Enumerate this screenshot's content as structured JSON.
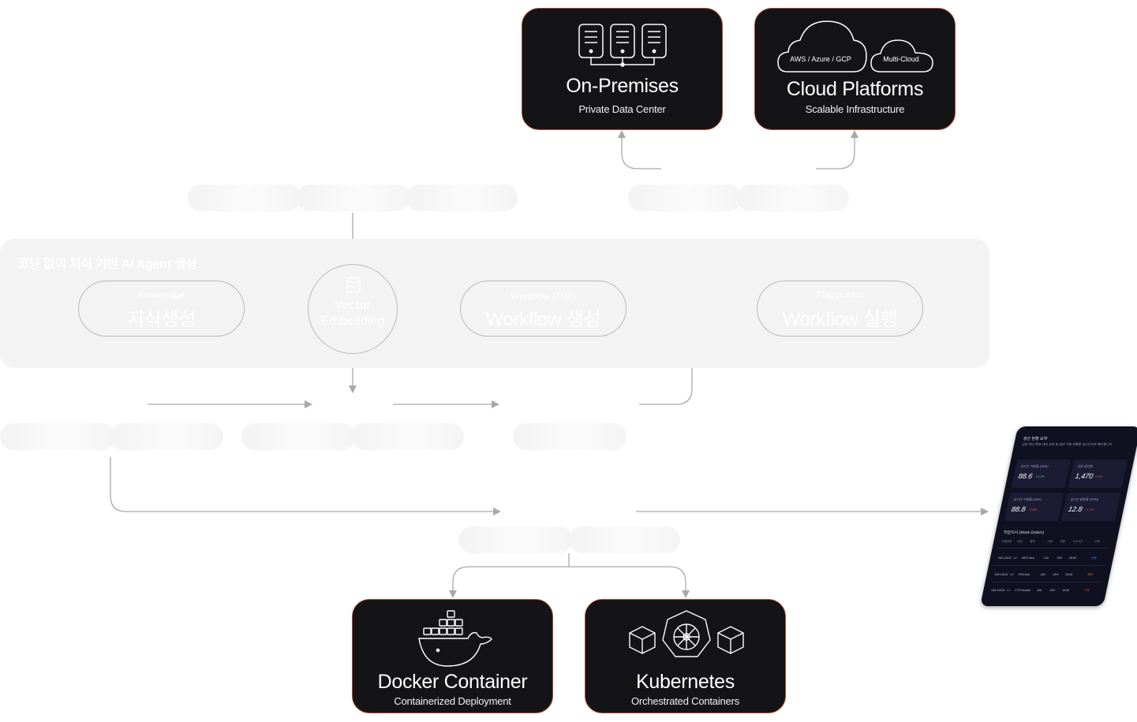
{
  "panel": {
    "title": "코딩 없이 지식 기반 AI Agent 생성"
  },
  "nodes": {
    "knowledge": {
      "subtitle": "Knowledge",
      "title": "지식생성"
    },
    "vector": {
      "line1": "Vector",
      "line2": "Embedding"
    },
    "workflow": {
      "subtitle": "Workflow (자동)",
      "title": "Workflow 생성"
    },
    "playground": {
      "subtitle": "Playground",
      "title": "Workflow 실행"
    }
  },
  "cards": {
    "onprem": {
      "title": "On-Premises",
      "subtitle": "Private Data Center"
    },
    "cloud": {
      "title": "Cloud Platforms",
      "subtitle": "Scalable Infrastructure",
      "cloud_tags": [
        "AWS / Azure / GCP",
        "Multi-Cloud"
      ]
    },
    "docker": {
      "title": "Docker Container",
      "subtitle": "Containerized Deployment"
    },
    "k8s": {
      "title": "Kubernetes",
      "subtitle": "Orchestrated Containers"
    }
  },
  "tablet": {
    "header": "생산 현황 요약",
    "desc": "금일 생산 목표 대비 실적 및 설비 가동 현황을 실시간으로 확인합니다.",
    "kpis": [
      {
        "label": "실시간 가동률 (OEE)",
        "value": "88.6",
        "delta": "+2.3%"
      },
      {
        "label": "금일 생산량",
        "value": "1,470",
        "delta": "-1.5%"
      },
      {
        "label": "실시간 가동률 (OEE)",
        "value": "88.8",
        "delta": "-0.8%"
      },
      {
        "label": "실시간 불량률 (PPM)",
        "value": "12.8",
        "delta": "-0.7%"
      }
    ],
    "table_title": "작업지시 (Work Orders)",
    "table_headers": [
      "작업번호",
      "라인",
      "품목",
      "수량",
      "진행",
      "시작시간",
      "상태"
    ],
    "rows": [
      [
        "WO-10231",
        "L1",
        "MOT-Stud",
        "240",
        "70%",
        "09:00",
        "진행"
      ],
      [
        "WO-10232",
        "L2",
        "PCB-Sub",
        "180",
        "45%",
        "09:30",
        "대기"
      ],
      [
        "WO-10233",
        "L1",
        "CTR-Module",
        "320",
        "20%",
        "10:00",
        "지연"
      ]
    ]
  },
  "colors": {
    "card_bg": "#141416",
    "card_border": "#a8472a",
    "panel_bg": "#f3f3f3",
    "arrow": "#a9a9a9"
  }
}
